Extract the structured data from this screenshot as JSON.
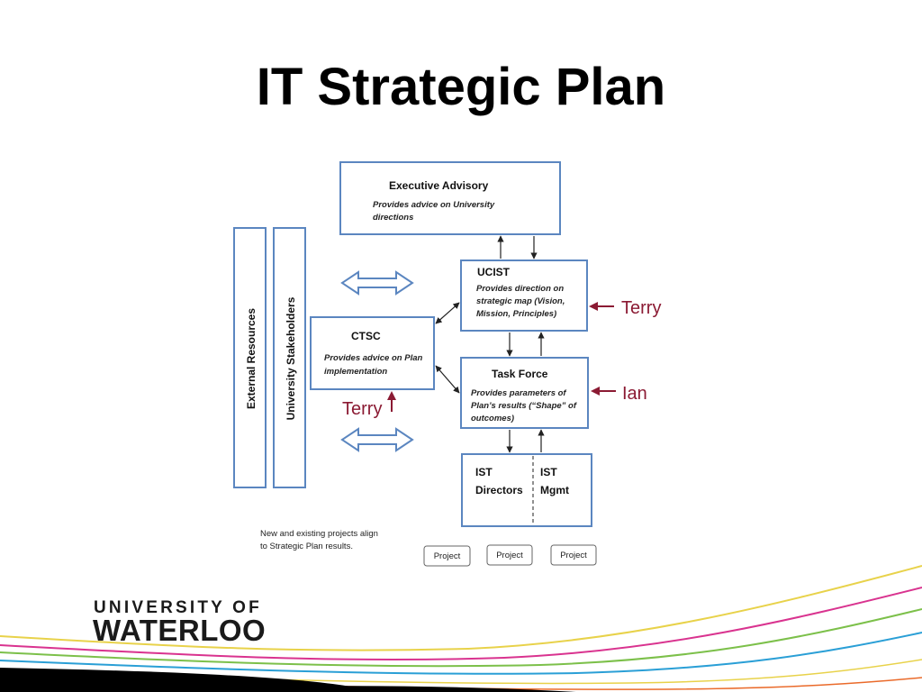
{
  "title": "IT Strategic Plan",
  "boxes": {
    "executive_advisory": {
      "title": "Executive Advisory",
      "desc": [
        "Provides advice on University",
        "directions"
      ]
    },
    "ucist": {
      "title": "UCIST",
      "desc": [
        "Provides direction on",
        "strategic map (Vision,",
        "Mission, Principles)"
      ]
    },
    "ctsc": {
      "title": "CTSC",
      "desc": [
        "Provides advice on Plan",
        "implementation"
      ]
    },
    "task_force": {
      "title": "Task Force",
      "desc": [
        "Provides parameters of",
        "Plan’s results (“Shape” of",
        "outcomes)"
      ]
    },
    "ist_directors": {
      "line1": "IST",
      "line2": "Directors"
    },
    "ist_mgmt": {
      "line1": "IST",
      "line2": "Mgmt"
    }
  },
  "side_bars": {
    "external_resources": "External Resources",
    "university_stakeholders": "University Stakeholders"
  },
  "note": [
    "New and existing projects align",
    "to Strategic Plan results."
  ],
  "projects": [
    "Project",
    "Project",
    "Project"
  ],
  "annotations": {
    "ucist": "Terry",
    "task_force": "Ian",
    "ctsc": "Terry"
  },
  "logo": {
    "line1": "UNIVERSITY OF",
    "line2": "WATERLOO"
  },
  "colors": {
    "box_border": "#5b86c0",
    "annotation": "#8b1a33"
  }
}
